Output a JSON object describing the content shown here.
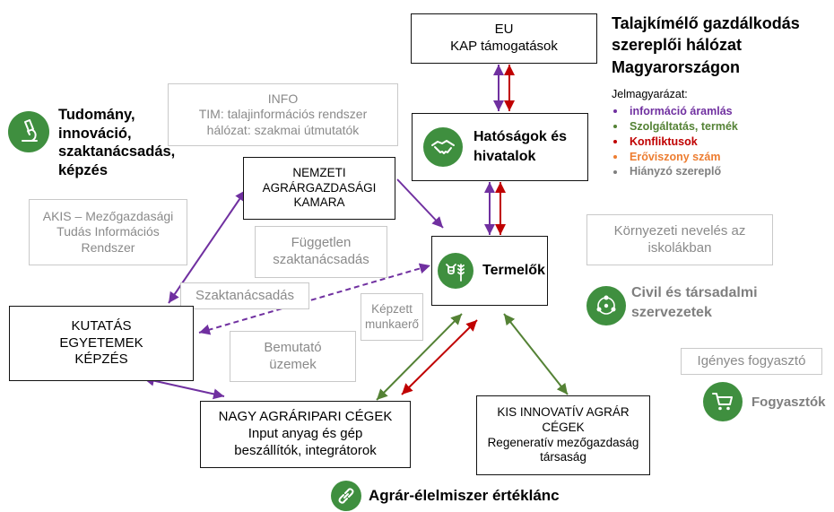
{
  "title": [
    "Talajkímélő gazdálkodás",
    "szereplői hálózat",
    "Magyarországon"
  ],
  "legend": {
    "heading": "Jelmagyarázat:",
    "items": [
      {
        "label": "információ áramlás",
        "color": "#7030a0"
      },
      {
        "label": "Szolgáltatás, termék",
        "color": "#548235"
      },
      {
        "label": "Konfliktusok",
        "color": "#c00000"
      },
      {
        "label": "Erőviszony szám",
        "color": "#ed7d31"
      },
      {
        "label": "Hiányzó szereplő",
        "color": "#7f7f7f"
      }
    ]
  },
  "nodes": {
    "eu": [
      "EU",
      "KAP támogatások"
    ],
    "hatosagok": [
      "Hatóságok és",
      "hivatalok"
    ],
    "termelok": "Termelők",
    "nak": [
      "NEMZETI",
      "AGRÁRGAZDASÁGI",
      "KAMARA"
    ],
    "kutatas": [
      "KUTATÁS",
      "EGYETEMEK",
      "KÉPZÉS"
    ],
    "nagy": [
      "NAGY AGRÁRIPARI CÉGEK",
      "Input anyag és gép",
      "beszállítók, integrátorok"
    ],
    "kis": [
      "KIS INNOVATÍV AGRÁR",
      "CÉGEK",
      "Regeneratív mezőgazdaság",
      "társaság"
    ]
  },
  "missing": {
    "info": [
      "INFO",
      "TIM: talajinformációs rendszer",
      "hálózat: szakmai útmutatók"
    ],
    "akis": [
      "AKIS – Mezőgazdasági",
      "Tudás Információs",
      "Rendszer"
    ],
    "fuggetlen": [
      "Független",
      "szaktanácsadás"
    ],
    "szaktanacsadas": "Szaktanácsadás",
    "kepzett": [
      "Képzett",
      "munkaerő"
    ],
    "bemutato": [
      "Bemutató",
      "üzemek"
    ],
    "kornyezeti": [
      "Környezeti nevelés az",
      "iskolákban"
    ],
    "igenyes": "Igényes fogyasztó"
  },
  "sides": {
    "tudomany": [
      "Tudomány,",
      "innováció,",
      "szaktanácsadás,",
      "képzés"
    ],
    "civil": [
      "Civil és társadalmi",
      "szervezetek"
    ],
    "fogyasztok": "Fogyasztók",
    "agrar": "Agrár-élelmiszer értéklánc"
  },
  "icons": {
    "tudomany": "microscope-icon",
    "hatosagok": "handshake-icon",
    "termelok": "cow-wheat-icon",
    "civil": "people-network-icon",
    "fogyasztok": "shopping-cart-icon",
    "agrar": "chain-link-icon"
  },
  "colors": {
    "icon_green": "#3f8f3f",
    "purple": "#7030a0",
    "green": "#548235",
    "red": "#c00000",
    "gray_border": "#c9c9c9",
    "gray_text": "#8a8a8a"
  }
}
